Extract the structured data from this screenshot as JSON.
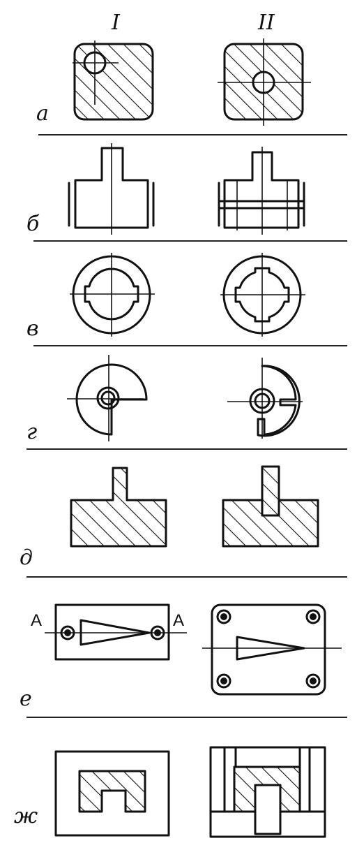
{
  "columns": [
    "I",
    "II"
  ],
  "rows": [
    {
      "letter": "а"
    },
    {
      "letter": "б"
    },
    {
      "letter": "в"
    },
    {
      "letter": "г"
    },
    {
      "letter": "д"
    },
    {
      "letter": "е"
    },
    {
      "letter": "ж"
    }
  ],
  "section_marks": {
    "left": "А",
    "right": "А"
  },
  "colors": {
    "ink": "#111111",
    "background": "#ffffff"
  }
}
